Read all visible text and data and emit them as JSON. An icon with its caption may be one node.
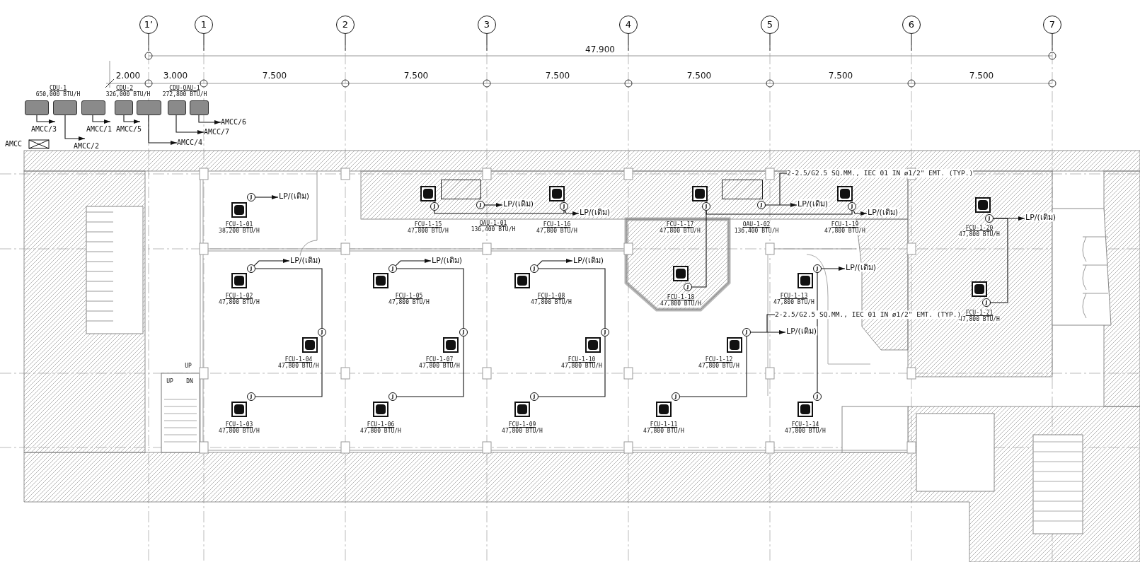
{
  "diagram": {
    "nodes": [
      {
        "text": [
          "1’"
        ]
      },
      {
        "text": [
          "1"
        ]
      },
      {
        "text": [
          "2"
        ]
      },
      {
        "text": [
          "3"
        ]
      },
      {
        "text": [
          "4"
        ]
      },
      {
        "text": [
          "5"
        ]
      },
      {
        "text": [
          "6"
        ]
      },
      {
        "text": [
          "7"
        ]
      },
      {
        "text": [],
        "shape": "box"
      },
      {
        "text": [],
        "shape": "box"
      },
      {
        "text": [],
        "shape": "box"
      },
      {
        "text": [],
        "shape": "box"
      },
      {
        "text": [],
        "shape": "box"
      },
      {
        "text": [],
        "shape": "box"
      },
      {
        "text": [],
        "shape": "box"
      },
      {
        "text": [
          "AMCC/3"
        ]
      },
      {
        "text": [
          "AMCC/1"
        ]
      },
      {
        "text": [
          "AMCC/5"
        ]
      },
      {
        "text": [
          "AMCC/6"
        ]
      },
      {
        "text": [
          "AMCC/7"
        ]
      },
      {
        "text": [
          "AMCC/2"
        ]
      },
      {
        "text": [
          "AMCC/4"
        ]
      },
      {
        "text": [],
        "shape": "box",
        "beside": [
          "FCU-1-01",
          "38,200 BTU/H"
        ]
      },
      {
        "text": [
          "J"
        ]
      },
      {
        "text": [
          "LP/(เดิม)"
        ]
      },
      {
        "text": [],
        "shape": "box",
        "beside": [
          "FCU-1-15",
          "47,800 BTU/H"
        ]
      },
      {
        "text": [
          "J"
        ]
      },
      {
        "text": [],
        "shape": "box",
        "beside": [
          "OAU-1-01",
          "136,400 BTU/H"
        ]
      },
      {
        "text": [
          "J"
        ]
      },
      {
        "text": [
          "LP/(เดิม)"
        ]
      },
      {
        "text": [],
        "shape": "box",
        "beside": [
          "FCU-1-16",
          "47,800 BTU/H"
        ]
      },
      {
        "text": [
          "J"
        ]
      },
      {
        "text": [
          "LP/(เดิม)"
        ]
      },
      {
        "text": [],
        "shape": "box",
        "beside": [
          "FCU-1-17",
          "47,800 BTU/H"
        ]
      },
      {
        "text": [
          "J"
        ]
      },
      {
        "text": [],
        "shape": "box",
        "beside": [
          "OAU-1-02",
          "136,400 BTU/H"
        ]
      },
      {
        "text": [
          "J"
        ]
      },
      {
        "text": [
          "LP/(เดิม)"
        ]
      },
      {
        "text": [],
        "shape": "box",
        "beside": [
          "FCU-1-19",
          "47,800 BTU/H"
        ]
      },
      {
        "text": [
          "J"
        ]
      },
      {
        "text": [
          "LP/(เดิม)"
        ]
      },
      {
        "text": [],
        "shape": "box",
        "beside": [
          "FCU-1-20",
          "47,800 BTU/H"
        ]
      },
      {
        "text": [
          "J"
        ]
      },
      {
        "text": [
          "LP/(เดิม)"
        ]
      },
      {
        "text": [],
        "shape": "box",
        "beside": [
          "FCU-1-02",
          "47,800 BTU/H"
        ]
      },
      {
        "text": [
          "J"
        ]
      },
      {
        "text": [
          "LP/(เดิม)"
        ]
      },
      {
        "text": [],
        "shape": "box",
        "beside": [
          "FCU-1-05",
          "47,800 BTU/H"
        ]
      },
      {
        "text": [
          "J"
        ]
      },
      {
        "text": [
          "LP/(เดิม)"
        ]
      },
      {
        "text": [],
        "shape": "box",
        "beside": [
          "FCU-1-08",
          "47,800 BTU/H"
        ]
      },
      {
        "text": [
          "J"
        ]
      },
      {
        "text": [
          "LP/(เดิม)"
        ]
      },
      {
        "text": [],
        "shape": "box",
        "beside": [
          "FCU-1-13",
          "47,800 BTU/H"
        ]
      },
      {
        "text": [
          "J"
        ]
      },
      {
        "text": [
          "LP/(เดิม)"
        ]
      },
      {
        "text": [],
        "shape": "box",
        "beside": [
          "FCU-1-18",
          "47,800 BTU/H"
        ]
      },
      {
        "text": [
          "J"
        ]
      },
      {
        "text": [],
        "shape": "box",
        "beside": [
          "FCU-1-21",
          "47,800 BTU/H"
        ]
      },
      {
        "text": [
          "J"
        ]
      },
      {
        "text": [],
        "shape": "box",
        "beside": [
          "FCU-1-04",
          "47,800 BTU/H"
        ]
      },
      {
        "text": [
          "J"
        ]
      },
      {
        "text": [],
        "shape": "box",
        "beside": [
          "FCU-1-07",
          "47,800 BTU/H"
        ]
      },
      {
        "text": [
          "J"
        ]
      },
      {
        "text": [],
        "shape": "box",
        "beside": [
          "FCU-1-10",
          "47,800 BTU/H"
        ]
      },
      {
        "text": [
          "J"
        ]
      },
      {
        "text": [],
        "shape": "box",
        "beside": [
          "FCU-1-12",
          "47,800 BTU/H"
        ]
      },
      {
        "text": [
          "J"
        ]
      },
      {
        "text": [
          "LP/(เดิม)"
        ]
      },
      {
        "text": [],
        "shape": "box",
        "beside": [
          "FCU-1-03",
          "47,800 BTU/H"
        ]
      },
      {
        "text": [
          "J"
        ]
      },
      {
        "text": [],
        "shape": "box",
        "beside": [
          "FCU-1-06",
          "47,800 BTU/H"
        ]
      },
      {
        "text": [
          "J"
        ]
      },
      {
        "text": [],
        "shape": "box",
        "beside": [
          "FCU-1-09",
          "47,800 BTU/H"
        ]
      },
      {
        "text": [
          "J"
        ]
      },
      {
        "text": [],
        "shape": "box",
        "beside": [
          "FCU-1-11",
          "47,800 BTU/H"
        ]
      },
      {
        "text": [
          "J"
        ]
      },
      {
        "text": [],
        "shape": "box",
        "beside": [
          "FCU-1-14",
          "47,800 BTU/H"
        ]
      },
      {
        "text": [
          "J"
        ]
      },
      {
        "text": [
          "2-2.5/G2.5 SQ.MM., IEC 01 IN ø1/2\" EMT. (TYP.)"
        ]
      },
      {
        "text": [
          "2-2.5/G2.5 SQ.MM., IEC 01 IN ø1/2\" EMT. (TYP.)"
        ]
      }
    ],
    "edges": [
      {
        "from": 8,
        "to": 15,
        "arrow": "to"
      },
      {
        "from": 9,
        "to": 20,
        "arrow": "to"
      },
      {
        "from": 10,
        "to": 16,
        "arrow": "to"
      },
      {
        "from": 11,
        "to": 17,
        "arrow": "to"
      },
      {
        "from": 12,
        "to": 21,
        "arrow": "to"
      },
      {
        "from": 13,
        "to": 19,
        "arrow": "to"
      },
      {
        "from": 14,
        "to": 18,
        "arrow": "to"
      },
      {
        "from": 23,
        "to": 24,
        "arrow": "to"
      },
      {
        "from": 26,
        "to": 31,
        "arrow": "none"
      },
      {
        "from": 28,
        "to": 29,
        "arrow": "to"
      },
      {
        "from": 31,
        "to": 32,
        "arrow": "to"
      },
      {
        "from": 34,
        "to": 39,
        "arrow": "none"
      },
      {
        "from": 36,
        "to": 37,
        "arrow": "to"
      },
      {
        "from": 39,
        "to": 40,
        "arrow": "to"
      },
      {
        "from": 42,
        "to": 43,
        "arrow": "to"
      },
      {
        "from": 34,
        "to": 57,
        "arrow": "none"
      },
      {
        "from": 42,
        "to": 59,
        "arrow": "none"
      },
      {
        "from": 45,
        "to": 46,
        "arrow": "to"
      },
      {
        "from": 45,
        "to": 61,
        "arrow": "none"
      },
      {
        "from": 61,
        "to": 70,
        "arrow": "none"
      },
      {
        "from": 48,
        "to": 49,
        "arrow": "to"
      },
      {
        "from": 48,
        "to": 63,
        "arrow": "none"
      },
      {
        "from": 63,
        "to": 72,
        "arrow": "none"
      },
      {
        "from": 51,
        "to": 52,
        "arrow": "to"
      },
      {
        "from": 51,
        "to": 65,
        "arrow": "none"
      },
      {
        "from": 65,
        "to": 74,
        "arrow": "none"
      },
      {
        "from": 54,
        "to": 55,
        "arrow": "to"
      },
      {
        "from": 54,
        "to": 78,
        "arrow": "none"
      },
      {
        "from": 67,
        "to": 68,
        "arrow": "to"
      },
      {
        "from": 67,
        "to": 76,
        "arrow": "none"
      },
      {
        "from": 79,
        "to": null,
        "arrow": "none"
      },
      {
        "from": 80,
        "to": null,
        "arrow": "none"
      }
    ],
    "labels": [
      "47.900",
      "2.000",
      "3.000",
      "7.500",
      "7.500",
      "7.500",
      "7.500",
      "7.500",
      "7.500",
      "CDU-1",
      "650,000 BTU/H",
      "CDU-2",
      "326,000 BTU/H",
      "CDU-OAU-1",
      "272,800 BTU/H",
      "UP",
      "UP",
      "DN"
    ],
    "legend": [
      {
        "text": "AMCC"
      }
    ]
  }
}
